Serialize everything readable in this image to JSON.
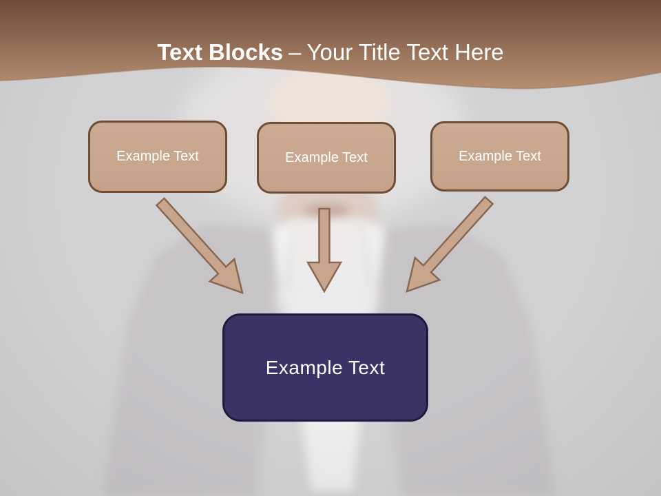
{
  "slide": {
    "title": {
      "emphasis": "Text Blocks",
      "separator": "–",
      "rest": "Your Title Text Here"
    },
    "source_boxes": [
      {
        "label": "Example Text"
      },
      {
        "label": "Example Text"
      },
      {
        "label": "Example Text"
      }
    ],
    "target_box": {
      "label": "Example Text"
    },
    "arrows": [
      {
        "icon": "arrow-diagonal-down-right-icon"
      },
      {
        "icon": "arrow-down-icon"
      },
      {
        "icon": "arrow-diagonal-down-left-icon"
      }
    ],
    "colors": {
      "background": "#d2d1d3",
      "header_top": "#6d4b38",
      "header_bottom": "#b78f72",
      "title_text": "#ffffff",
      "block_fill": "#c9a78f",
      "block_border": "#6f4e35",
      "block_text": "#ffffff",
      "arrow_fill": "#c8a68e",
      "arrow_border": "#8a6750",
      "result_fill": "#393465",
      "result_border": "#1c1a3d"
    }
  }
}
